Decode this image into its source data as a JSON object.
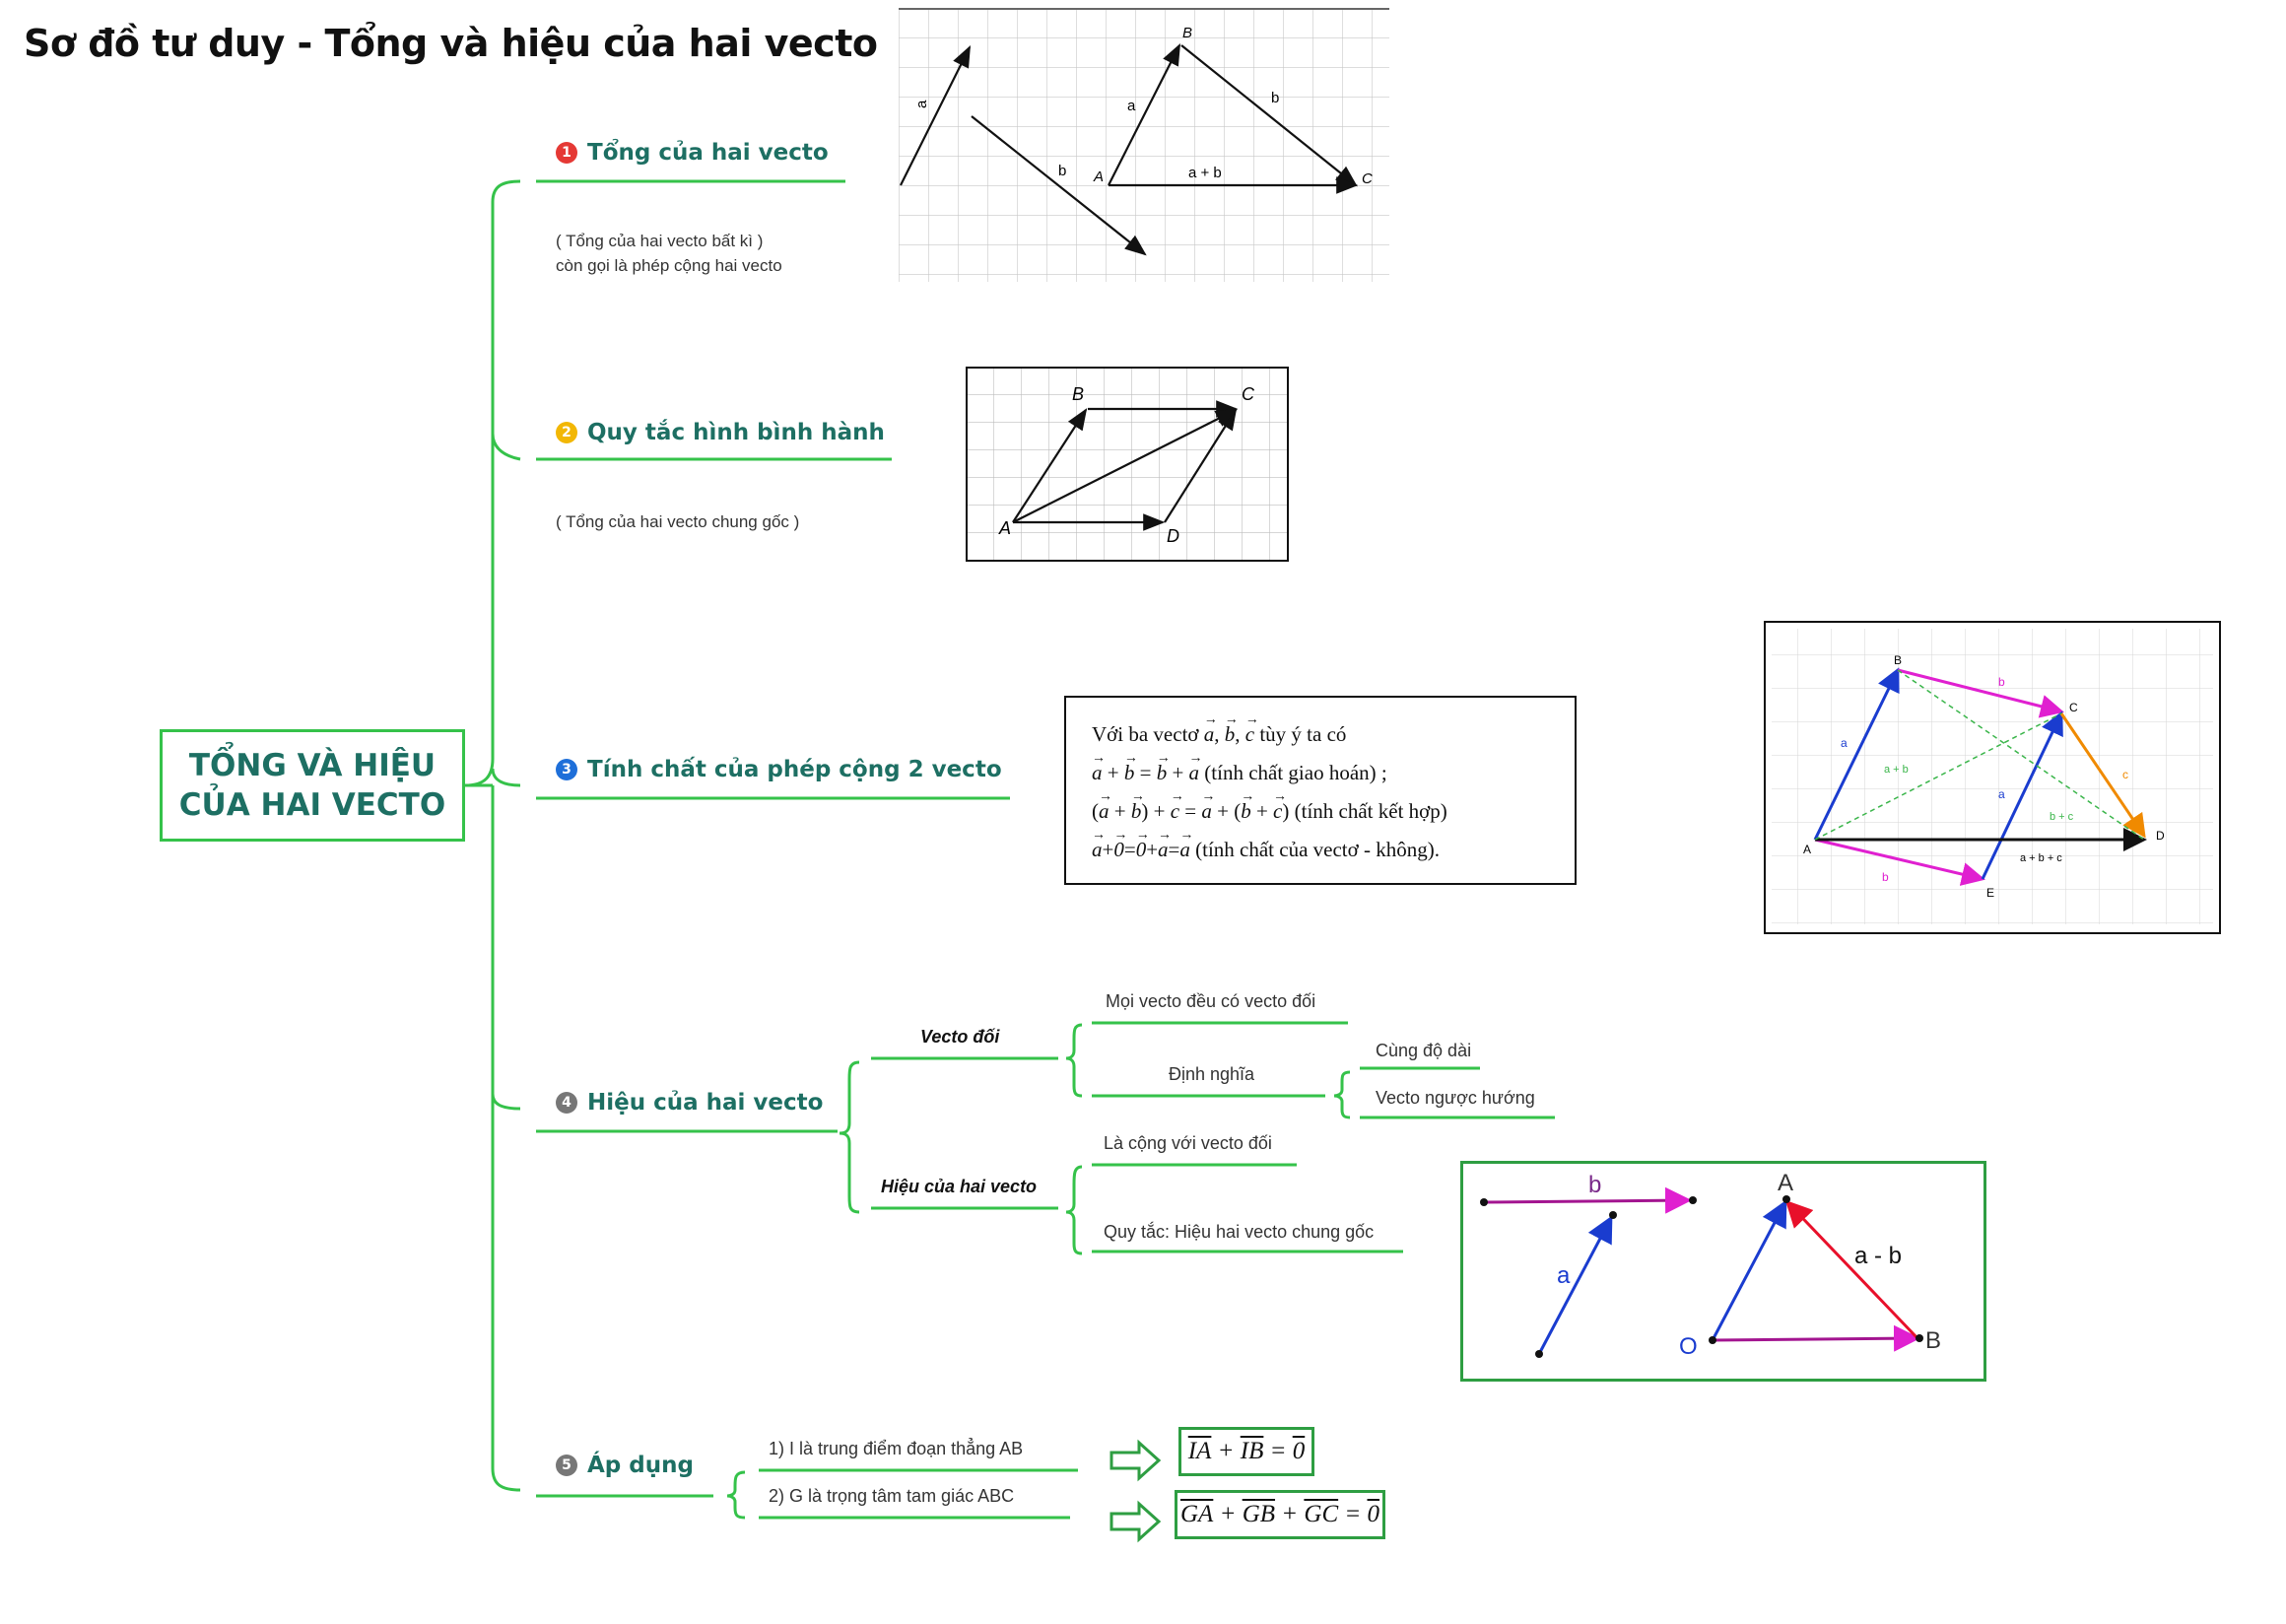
{
  "title": "Sơ đồ tư duy - Tổng và hiệu của hai vecto",
  "root": {
    "line1": "TỔNG VÀ HIỆU",
    "line2": "CỦA HAI VECTO"
  },
  "branches": [
    {
      "num": "1",
      "color": "#e53935",
      "label": "Tổng của hai vecto",
      "note_line1": "( Tổng của hai vecto bất kì )",
      "note_line2": "còn gọi là phép cộng hai vecto"
    },
    {
      "num": "2",
      "color": "#f2b705",
      "label": "Quy tắc hình bình hành",
      "note_line1": "( Tổng của hai vecto chung gốc )"
    },
    {
      "num": "3",
      "color": "#1e6fd9",
      "label": "Tính chất của phép cộng 2 vecto"
    },
    {
      "num": "4",
      "color": "#777777",
      "label": "Hiệu của hai vecto"
    },
    {
      "num": "5",
      "color": "#777777",
      "label": "Áp dụng"
    }
  ],
  "diagram1": {
    "label_a": "a",
    "label_b": "b",
    "label_A": "A",
    "label_B": "B",
    "label_C": "C",
    "sum_label": "a + b"
  },
  "diagram2": {
    "label_A": "A",
    "label_B": "B",
    "label_C": "C",
    "label_D": "D"
  },
  "properties": {
    "line1_prefix": "Với ba vectơ",
    "a": "a",
    "b": "b",
    "c": "c",
    "line1_suffix": "tùy ý ta có",
    "line2_comment": "(tính chất giao hoán) ;",
    "line3_comment": "(tính chất kết hợp)",
    "line4_comment": "(tính chất của vectơ - không).",
    "zero": "0"
  },
  "diagram3": {
    "label_A": "A",
    "label_B": "B",
    "label_C": "C",
    "label_D": "D",
    "label_E": "E",
    "lbl_a": "a",
    "lbl_b": "b",
    "lbl_c": "c",
    "lbl_ab": "a + b",
    "lbl_bc": "b + c",
    "lbl_abc": "a + b + c"
  },
  "difference": {
    "vecto_doi": "Vecto đối",
    "moi_vecto": "Mọi vecto đều có vecto đối",
    "dinh_nghia": "Định nghĩa",
    "cung_do_dai": "Cùng độ dài",
    "nguoc_huong": "Vecto ngược hướng",
    "hieu": "Hiệu của hai vecto",
    "la_cong": "Là cộng với vecto đối",
    "quy_tac": "Quy tắc: Hiệu hai vecto chung gốc"
  },
  "diagram4": {
    "label_a": "a",
    "label_b": "b",
    "label_A": "A",
    "label_B": "B",
    "label_O": "O",
    "diff_label": "a - b"
  },
  "apply": {
    "item1": "1) I là trung điểm đoạn thẳng AB",
    "item2": "2) G là trọng tâm tam giác ABC",
    "f1": {
      "v1": "IA",
      "plus": "+",
      "v2": "IB",
      "eq": "=",
      "zero": "0"
    },
    "f2": {
      "v1": "GA",
      "plus1": "+",
      "v2": "GB",
      "plus2": "+",
      "v3": "GC",
      "eq": "=",
      "zero": "0"
    }
  },
  "colors": {
    "accent": "#35c24a",
    "branch_text": "#1d6f63",
    "magenta": "#e020d0",
    "blue": "#1a3ccf",
    "orange": "#f08a00",
    "red": "#e8102a"
  }
}
